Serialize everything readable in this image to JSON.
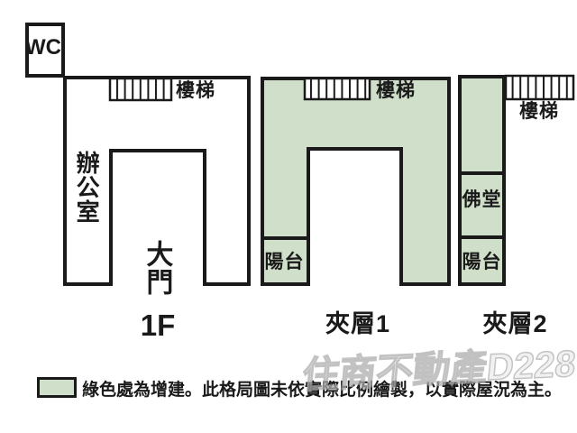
{
  "diagram": {
    "colors": {
      "addition_fill": "#cfdfc9",
      "outline": "#1a1a1a",
      "plain_fill": "#ffffff"
    },
    "floors": [
      {
        "title": "1F",
        "stairs": "樓梯",
        "rooms": {
          "wc": "WC",
          "office": "辦公室",
          "door": "大門"
        }
      },
      {
        "title": "夾層1",
        "stairs": "樓梯",
        "rooms": {
          "balcony": "陽台"
        }
      },
      {
        "title": "夾層2",
        "stairs": "樓梯",
        "rooms": {
          "hall": "佛堂",
          "balcony": "陽台"
        }
      }
    ],
    "legend": {
      "text": "綠色處為增建。此格局圖未依實際比例繪製，以實際屋況為主。"
    },
    "watermark": "住商不動產D228"
  }
}
